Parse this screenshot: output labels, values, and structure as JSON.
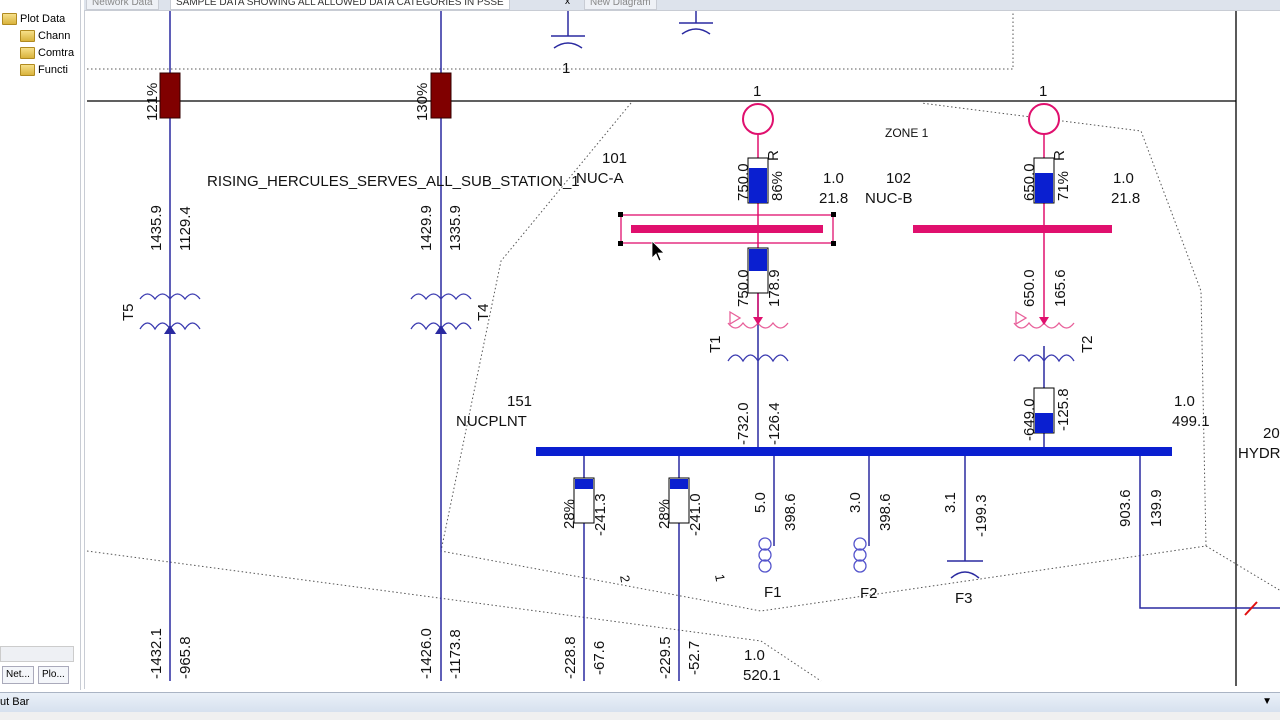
{
  "tabs": {
    "network": "Network Data",
    "diagram": "SAMPLE DATA SHOWING ALL ALLOWED DATA CATEGORIES IN PSSE",
    "close": "x",
    "new_diagram": "New Diagram"
  },
  "tree": {
    "root": "Plot Data",
    "items": [
      "Chann",
      "Comtra",
      "Functi"
    ]
  },
  "left_tabs": [
    "Net...",
    "Plo..."
  ],
  "output_bar": {
    "label": "ut Bar",
    "arrow": "▼"
  },
  "colors": {
    "bus_101_102": "#e0106e",
    "bus_151": "#0a1fd0",
    "branch": "#2a2aa0",
    "breaker_red": "#800000"
  },
  "diagram": {
    "zone": "ZONE 1",
    "station_label": "RISING_HERCULES_SERVES_ALL_SUB_STATION_1",
    "bus101": {
      "num": "101",
      "name": "NUC-A",
      "v": "1.0",
      "ang": "21.8"
    },
    "bus102": {
      "num": "102",
      "name": "NUC-B",
      "v": "1.0",
      "ang": "21.8"
    },
    "bus151": {
      "num": "151",
      "name": "NUCPLNT",
      "v": "1.0",
      "ang": "499.1"
    },
    "bus_hydro": {
      "num": "20",
      "name": "HYDR"
    },
    "bus_bottom": {
      "v": "1.0",
      "ang": "520.1"
    },
    "gen_ids": [
      "1",
      "1"
    ],
    "cap_top_id": "1",
    "pct": [
      "121%",
      "130%"
    ],
    "left_flows": [
      "1435.9",
      "1129.4",
      "1429.9",
      "1335.9"
    ],
    "bottom_flows": [
      "-1432.1",
      "-965.8",
      "-1426.0",
      "-1173.8",
      "-228.8",
      "-67.6",
      "-229.5",
      "-52.7"
    ],
    "transformers": [
      "T5",
      "T4",
      "T1",
      "T2"
    ],
    "gen1": {
      "p": "750.0",
      "pct": "86%",
      "q": "R"
    },
    "gen2": {
      "p": "650.0",
      "pct": "71%",
      "q": "R"
    },
    "t1_flows": [
      "750.0",
      "178.9",
      "-732.0",
      "-126.4"
    ],
    "t2_flows": [
      "650.0",
      "165.6",
      "-649.0",
      "-125.8"
    ],
    "feeders": [
      {
        "p": "28%",
        "q": "-241.3"
      },
      {
        "p": "28%",
        "q": "-241.0"
      },
      {
        "p": "5.0",
        "q": "398.6",
        "id": "F1"
      },
      {
        "p": "3.0",
        "q": "398.6",
        "id": "F2"
      },
      {
        "p": "3.1",
        "q": "-199.3",
        "id": "F3"
      },
      {
        "p": "903.6",
        "q": "139.9"
      }
    ],
    "circuit_ids": [
      "2",
      "1"
    ]
  }
}
